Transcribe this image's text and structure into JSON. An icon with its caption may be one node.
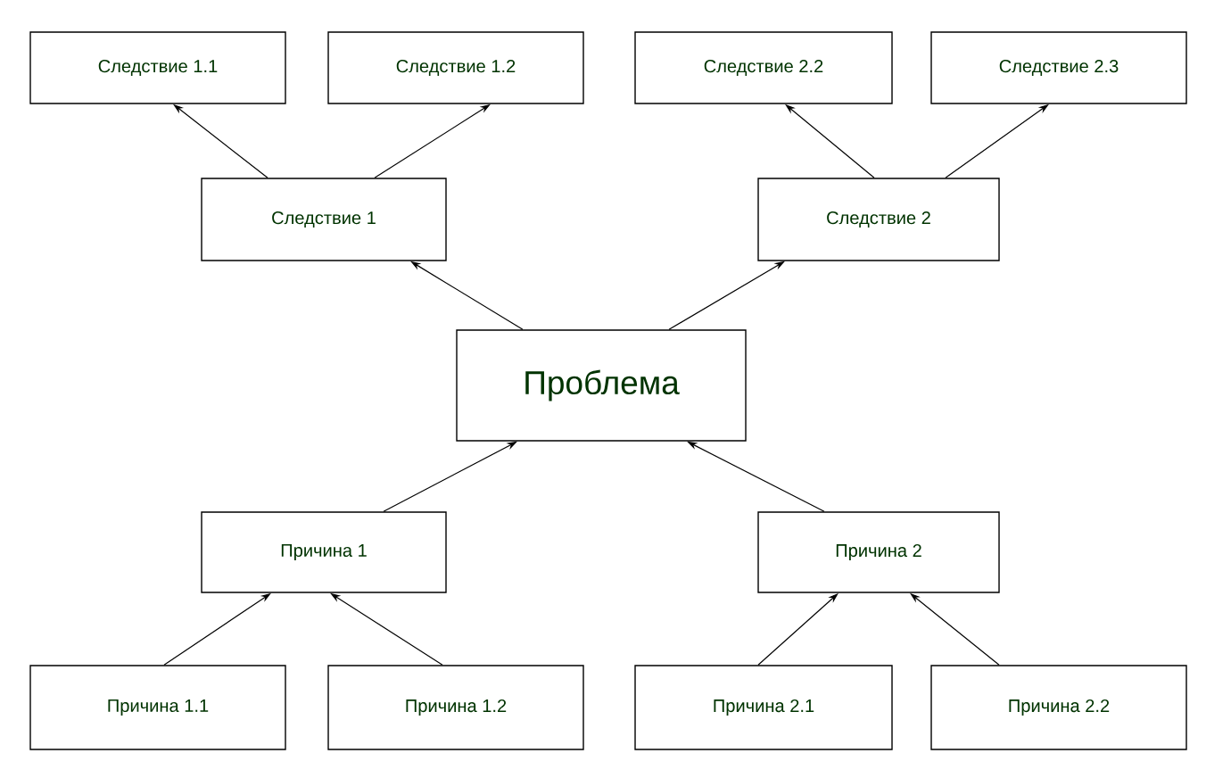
{
  "diagram": {
    "nodes": [
      {
        "text": [
          "Следствие 1.1"
        ]
      },
      {
        "text": [
          "Следствие 1.2"
        ]
      },
      {
        "text": [
          "Следствие 2.2"
        ]
      },
      {
        "text": [
          "Следствие 2.3"
        ]
      },
      {
        "text": [
          "Следствие 1"
        ]
      },
      {
        "text": [
          "Следствие 2"
        ]
      },
      {
        "text": [
          "Проблема"
        ]
      },
      {
        "text": [
          "Причина 1"
        ]
      },
      {
        "text": [
          "Причина 2"
        ]
      },
      {
        "text": [
          "Причина 1.1"
        ]
      },
      {
        "text": [
          "Причина 1.2"
        ]
      },
      {
        "text": [
          "Причина 2.1"
        ]
      },
      {
        "text": [
          "Причина 2.2"
        ]
      }
    ],
    "edges": [
      {
        "from": 4,
        "to": 0,
        "arrow": "to"
      },
      {
        "from": 4,
        "to": 1,
        "arrow": "to"
      },
      {
        "from": 5,
        "to": 2,
        "arrow": "to"
      },
      {
        "from": 5,
        "to": 3,
        "arrow": "to"
      },
      {
        "from": 6,
        "to": 4,
        "arrow": "to"
      },
      {
        "from": 6,
        "to": 5,
        "arrow": "to"
      },
      {
        "from": 7,
        "to": 6,
        "arrow": "to"
      },
      {
        "from": 8,
        "to": 6,
        "arrow": "to"
      },
      {
        "from": 9,
        "to": 7,
        "arrow": "to"
      },
      {
        "from": 10,
        "to": 7,
        "arrow": "to"
      },
      {
        "from": 11,
        "to": 8,
        "arrow": "to"
      },
      {
        "from": 12,
        "to": 8,
        "arrow": "to"
      }
    ]
  }
}
